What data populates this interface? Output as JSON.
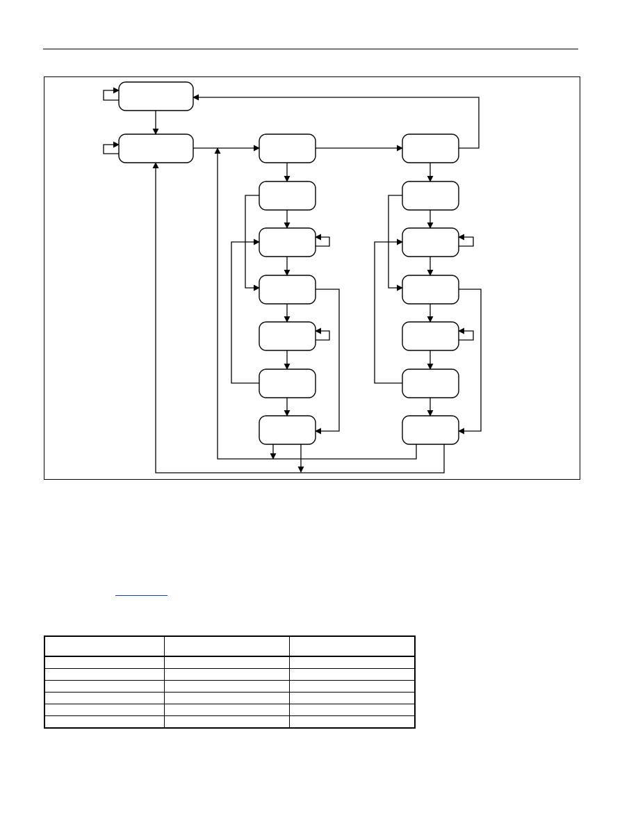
{
  "diagram": {
    "states": [
      {
        "id": "s-top",
        "label": ""
      },
      {
        "id": "s-idle",
        "label": ""
      },
      {
        "id": "s-a0",
        "label": ""
      },
      {
        "id": "s-a1",
        "label": ""
      },
      {
        "id": "s-a2",
        "label": ""
      },
      {
        "id": "s-a3",
        "label": ""
      },
      {
        "id": "s-a4",
        "label": ""
      },
      {
        "id": "s-a5",
        "label": ""
      },
      {
        "id": "s-a6",
        "label": ""
      },
      {
        "id": "s-b0",
        "label": ""
      },
      {
        "id": "s-b1",
        "label": ""
      },
      {
        "id": "s-b2",
        "label": ""
      },
      {
        "id": "s-b3",
        "label": ""
      },
      {
        "id": "s-b4",
        "label": ""
      },
      {
        "id": "s-b5",
        "label": ""
      },
      {
        "id": "s-b6",
        "label": ""
      }
    ]
  },
  "table": {
    "headers": [
      "",
      "",
      ""
    ],
    "rows": [
      [
        "",
        "",
        ""
      ],
      [
        "",
        "",
        ""
      ],
      [
        "",
        "",
        ""
      ],
      [
        "",
        "",
        ""
      ],
      [
        "",
        "",
        ""
      ],
      [
        "",
        "",
        ""
      ]
    ]
  }
}
